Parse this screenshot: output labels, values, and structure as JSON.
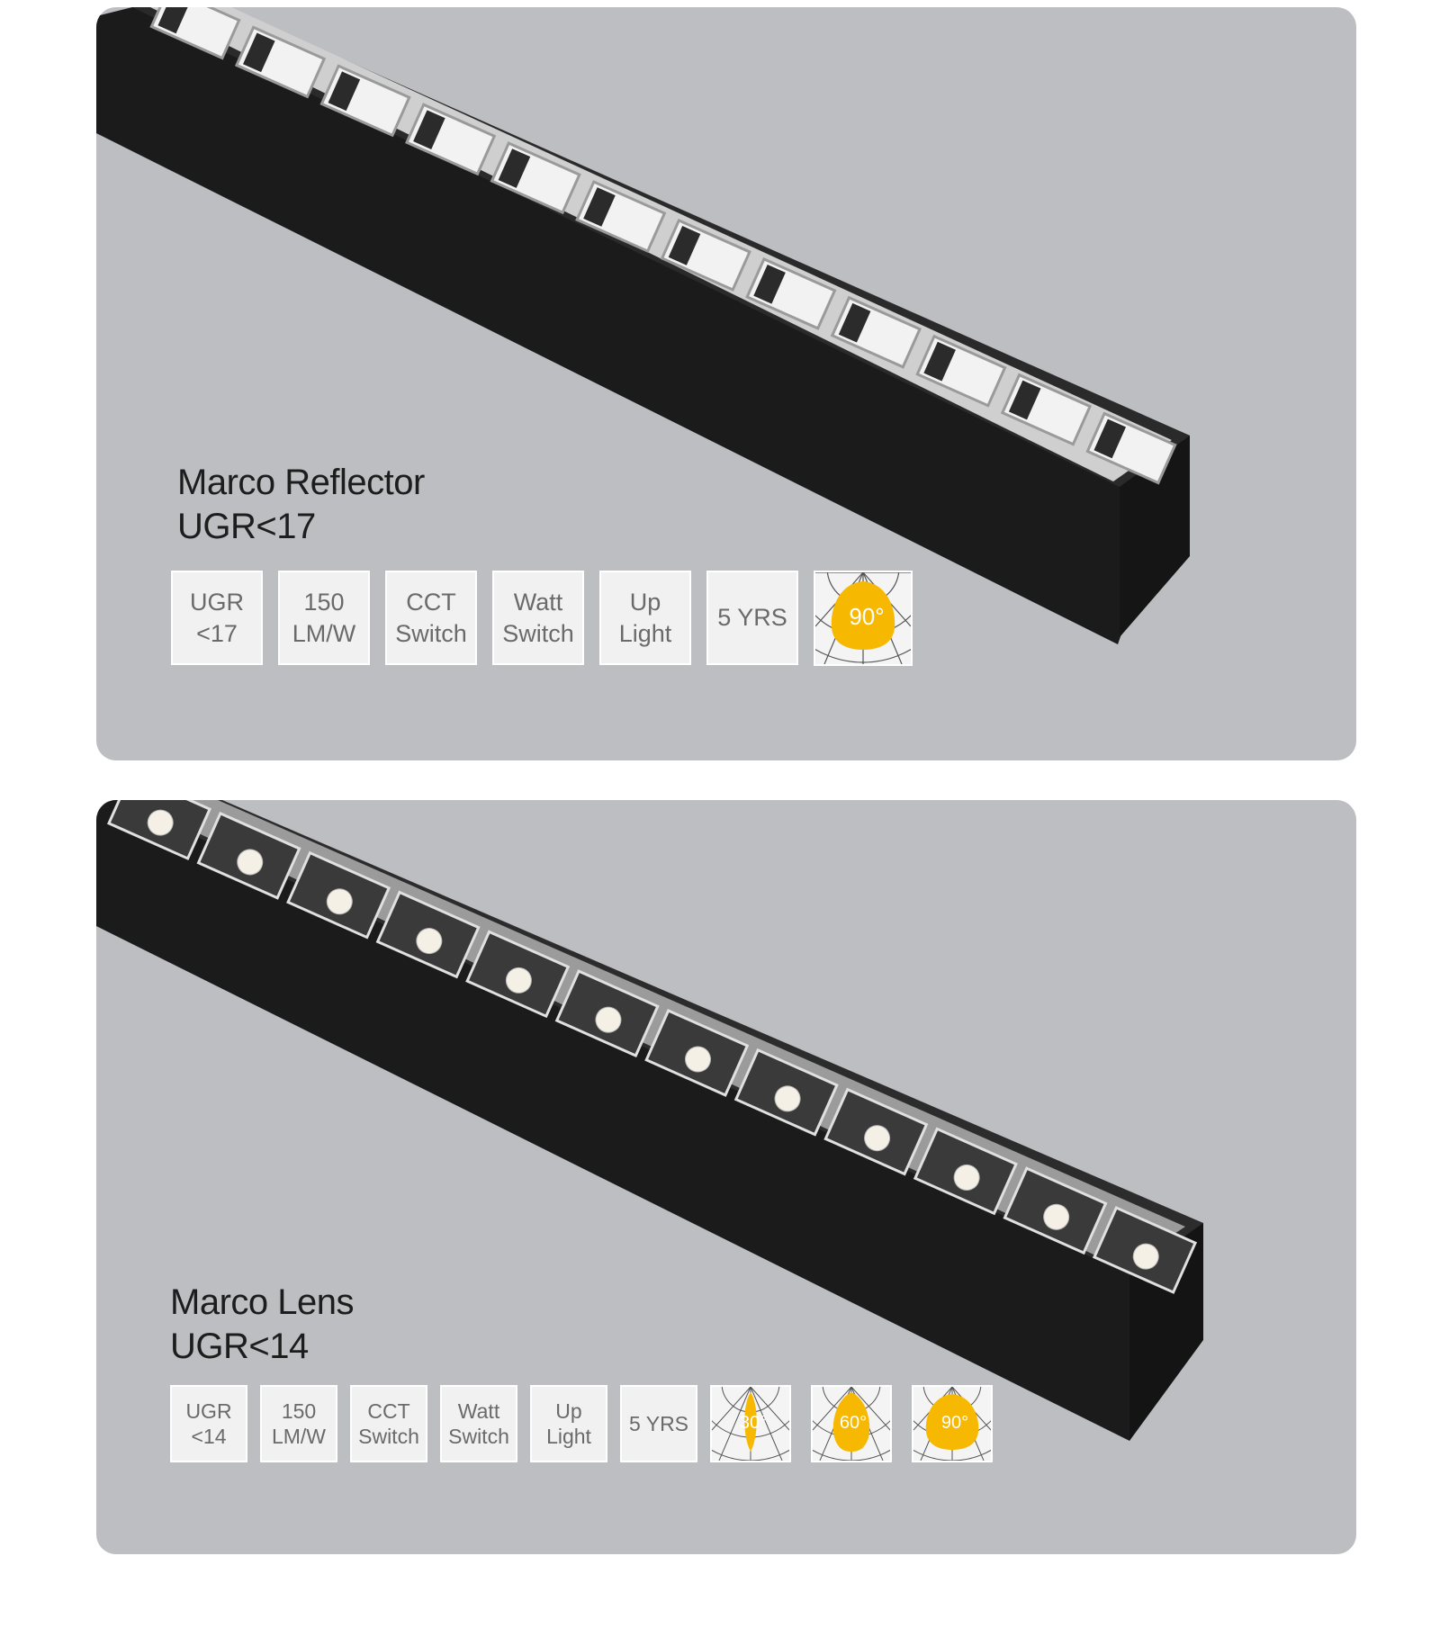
{
  "products": [
    {
      "name": "Marco Reflector",
      "rating": "UGR<17",
      "features": [
        {
          "line1": "UGR",
          "line2": "<17"
        },
        {
          "line1": "150",
          "line2": "LM/W"
        },
        {
          "line1": "CCT",
          "line2": "Switch"
        },
        {
          "line1": "Watt",
          "line2": "Switch"
        },
        {
          "line1": "Up",
          "line2": "Light"
        },
        {
          "line1": "5 YRS",
          "line2": ""
        }
      ],
      "beams": [
        "90°"
      ]
    },
    {
      "name": "Marco Lens",
      "rating": "UGR<14",
      "features": [
        {
          "line1": "UGR",
          "line2": "<14"
        },
        {
          "line1": "150",
          "line2": "LM/W"
        },
        {
          "line1": "CCT",
          "line2": "Switch"
        },
        {
          "line1": "Watt",
          "line2": "Switch"
        },
        {
          "line1": "Up",
          "line2": "Light"
        },
        {
          "line1": "5 YRS",
          "line2": ""
        }
      ],
      "beams": [
        "30°",
        "60°",
        "90°"
      ]
    }
  ],
  "colors": {
    "card_background": "#bcbec1",
    "fixture_body": "#1b1b1b",
    "beam_highlight": "#f6b800",
    "badge_background": "#f1f1f1",
    "badge_text": "#6a6a6a"
  },
  "icons": {
    "beam_angle": "polar-light-distribution-icon",
    "fixture": "linear-led-fixture-illustration"
  }
}
